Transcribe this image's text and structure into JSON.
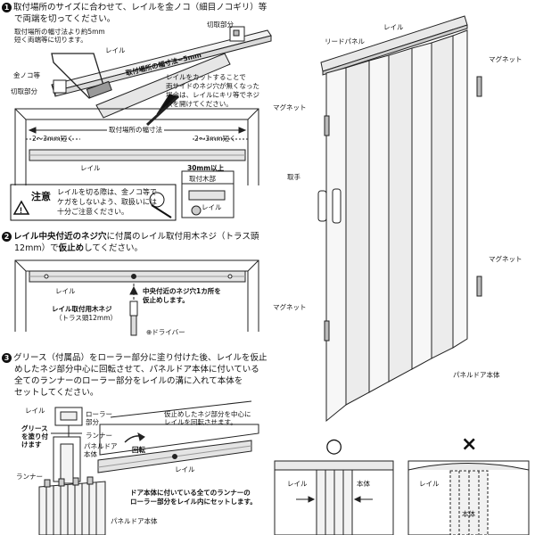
{
  "step1": {
    "number": "1",
    "text_a": "取付場所のサイズに合わせて、レイルを金ノコ（細目ノコギリ）等",
    "text_b": "で両端を切ってください。",
    "note": [
      "取付場所の幅寸法より約5mm",
      "短く両端等に切ります。"
    ],
    "label_rail": "レイル",
    "label_cut_part_top": "切取部分",
    "label_saw": "金ノコ等",
    "label_cut_part_left": "切取部分",
    "callout": "取付場所の幅寸法−5mm",
    "side_note": [
      "レイルをカットすることで",
      "両サイドのネジ穴が無くなった",
      "場合は、レイルにキリ等でネジ",
      "穴を開けてください。"
    ],
    "width_label": "取付場所の幅寸法",
    "short_left": "2〜3mm短く",
    "short_right": "2〜3mm短く",
    "rail_label2": "レイル",
    "over30": "30mm以上",
    "mount_part": "取付木部",
    "rail_small": "レイル"
  },
  "caution": {
    "title": "注意",
    "lines": [
      "レイルを切る際は、金ノコ等で",
      "ケガをしないよう、取扱いには",
      "十分ご注意ください。"
    ]
  },
  "step2": {
    "number": "2",
    "text_bold_a": "レイル中央付近のネジ穴",
    "text_a": "に付属のレイル取付用木ネジ（トラス頭",
    "text_b": "12mm）で",
    "text_bold_b": "仮止め",
    "text_c": "してください。",
    "rail": "レイル",
    "screw_title": "レイル取付用木ネジ",
    "screw_sub": "（トラス頭12mm）",
    "center_note": [
      "中央付近のネジ穴1カ所を",
      "仮止めします。"
    ],
    "driver": "⊕ドライバー"
  },
  "step3": {
    "number": "3",
    "lines": [
      "グリース（付属品）をローラー部分に塗り付けた後、レイルを仮止",
      "めしたネジ部分中心に回転させて、パネルドア本体に付いている",
      "全てのランナーのローラー部分をレイルの溝に入れて本体を",
      "セットしてください。"
    ],
    "rail": "レイル",
    "roller": [
      "ローラー",
      "部分"
    ],
    "grease": [
      "グリース",
      "を塗り付",
      "けます"
    ],
    "runner_small": "ランナー",
    "body_small": [
      "パネルドア",
      "本体"
    ],
    "rotate_note": [
      "仮止めしたネジ部分を中心に",
      "レイルを回転させます。"
    ],
    "rotate": "回転",
    "rail2": "レイル",
    "runner": "ランナー",
    "set_note": [
      "ドア本体に付いている全てのランナーの",
      "ローラー部分をレイル内にセットします。"
    ],
    "body": "パネルドア本体"
  },
  "right": {
    "rail": "レイル",
    "lead_panel": "リードパネル",
    "magnet_tr": "マグネット",
    "magnet_tl": "マグネット",
    "handle": "取手",
    "magnet_mr": "マグネット",
    "magnet_bl": "マグネット",
    "body": "パネルドア本体"
  },
  "compare": {
    "good_symbol": "○",
    "bad_symbol": "×",
    "good_rail": "レイル",
    "good_body": "本体",
    "bad_rail": "レイル",
    "bad_body": "本体"
  }
}
